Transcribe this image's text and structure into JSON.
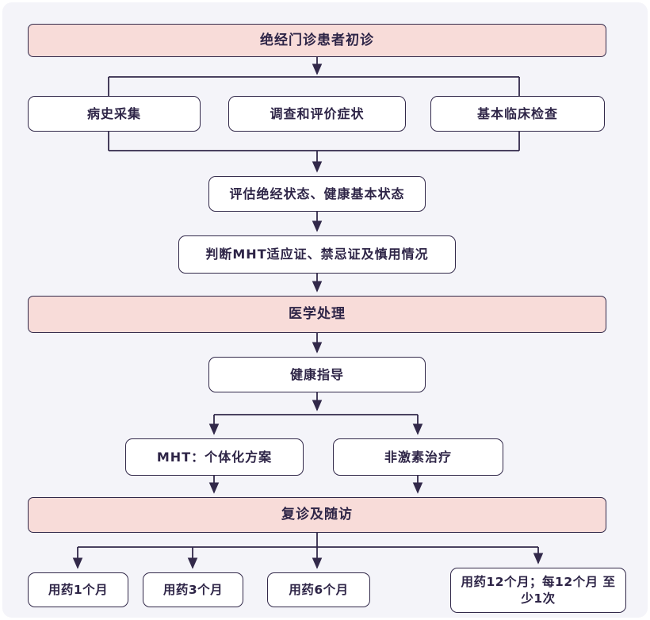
{
  "diagram": {
    "type": "flowchart",
    "nodes": {
      "initial_visit": "绝经门诊患者初诊",
      "history": "病史采集",
      "symptoms": "调查和评价症状",
      "clinical_exam": "基本临床检查",
      "assess_status": "评估绝经状态、健康基本状态",
      "judge_mht": "判断MHT适应证、禁忌证及慎用情况",
      "medical_management": "医学处理",
      "health_guidance": "健康指导",
      "mht_plan": "MHT：个体化方案",
      "non_hormonal": "非激素治疗",
      "follow_up": "复诊及随访",
      "month1": "用药1个月",
      "month3": "用药3个月",
      "month6": "用药6个月",
      "month12": "用药12个月；每12个月 至少1次"
    },
    "colors": {
      "stage_fill": "#f8dcd9",
      "node_fill": "#ffffff",
      "border": "#32294a",
      "line": "#32294a",
      "text": "#2e2547",
      "background": "#f4f4f9",
      "page": "#ffffff"
    }
  }
}
